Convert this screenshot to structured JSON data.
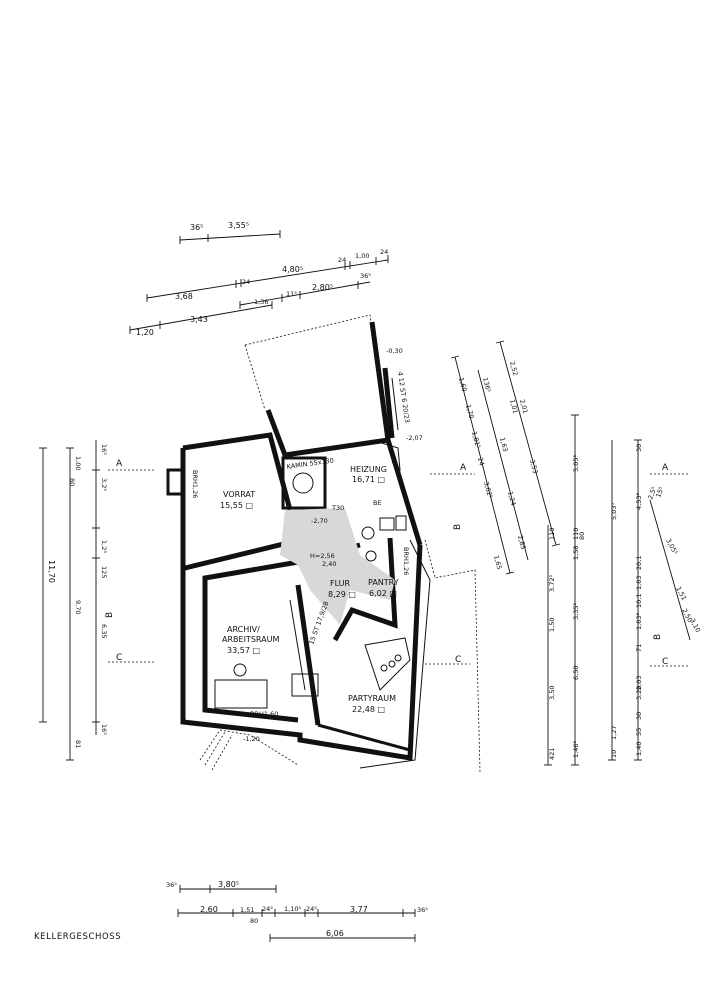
{
  "title": "KELLERGESCHOSS",
  "rooms": {
    "vorrat": {
      "name": "VORRAT",
      "area": "15,55 □"
    },
    "heizung": {
      "name": "HEIZUNG",
      "area": "16,71 □"
    },
    "kamin": {
      "name": "KAMIN 55x130"
    },
    "archiv": {
      "name1": "ARCHIV/",
      "name2": "ARBEITSRAUM",
      "area": "33,57 □"
    },
    "flur": {
      "name": "FLUR",
      "area": "8,29 □"
    },
    "pantry": {
      "name": "PANTRY",
      "area": "6,02 □"
    },
    "partyraum": {
      "name": "PARTYRAUM",
      "area": "22,48 □"
    }
  },
  "annotations": {
    "brh_vorrat": "BRH1,26",
    "brh_pantry": "BRH1,26",
    "brh_archiv": "BRH1,60",
    "level_top": "-0,30",
    "level_right": "-2,07",
    "level_flur": "-2,70",
    "level_bottom": "-1,20",
    "be": "BE",
    "t30": "T30",
    "stair_top": "H=2,56",
    "stair_top2": "2,40",
    "stair_left": "15 ST 17,9/28",
    "stair_right": "4 12 ST 6 20/23"
  },
  "sections": {
    "a": "A",
    "b": "B",
    "c": "C"
  },
  "dims_top_row1": [
    "36⁵",
    "3,55⁵"
  ],
  "dims_top_row2": [
    "3,68",
    "24",
    "4,80⁵",
    "24",
    "1,00",
    "24"
  ],
  "dims_top_row3": [
    "1,36",
    "11⁵",
    "2,80⁵",
    "36⁵"
  ],
  "dims_top_row4": [
    "1,20",
    "3,43"
  ],
  "dims_left": [
    "16⁵",
    "1,00",
    "3,2⁵",
    "1,2⁵",
    "125",
    "6,35",
    "16⁵",
    "81",
    "80",
    "11,70",
    "9,70"
  ],
  "dims_mid_right": [
    "1,60",
    "136⁵",
    "1,70",
    "1,81⁵",
    "24",
    "3,62⁵",
    "1,65",
    "2,52",
    "1,01",
    "2,01",
    "1,63",
    "3,53",
    "1,24",
    "2,85"
  ],
  "dims_right_a": [
    "5,05⁵",
    "110",
    "1,58",
    "110",
    "80",
    "3,72⁵",
    "1,50",
    "3,35⁵",
    "6,50",
    "3,50",
    "1,46⁵",
    "421"
  ],
  "dims_right_b": [
    "30",
    "4,53⁵",
    "2,5⁵",
    "15⁵",
    "5,03⁵",
    "20,1",
    "1,63",
    "10,1",
    "1,63⁵",
    "71",
    "2,03",
    "3,20",
    "30",
    "55",
    "1,40",
    "1,27",
    "10",
    "3,05⁵",
    "1,51",
    "2,50",
    "3,10"
  ],
  "dims_bottom_row1": [
    "36⁵",
    "3,80⁵"
  ],
  "dims_bottom_row2": [
    "2,60",
    "1,51",
    "24⁵",
    "1,10⁵",
    "24⁵",
    "3,77",
    "36⁵"
  ],
  "dims_bottom_row2_sub": "80",
  "dims_bottom_row3": "6,06"
}
